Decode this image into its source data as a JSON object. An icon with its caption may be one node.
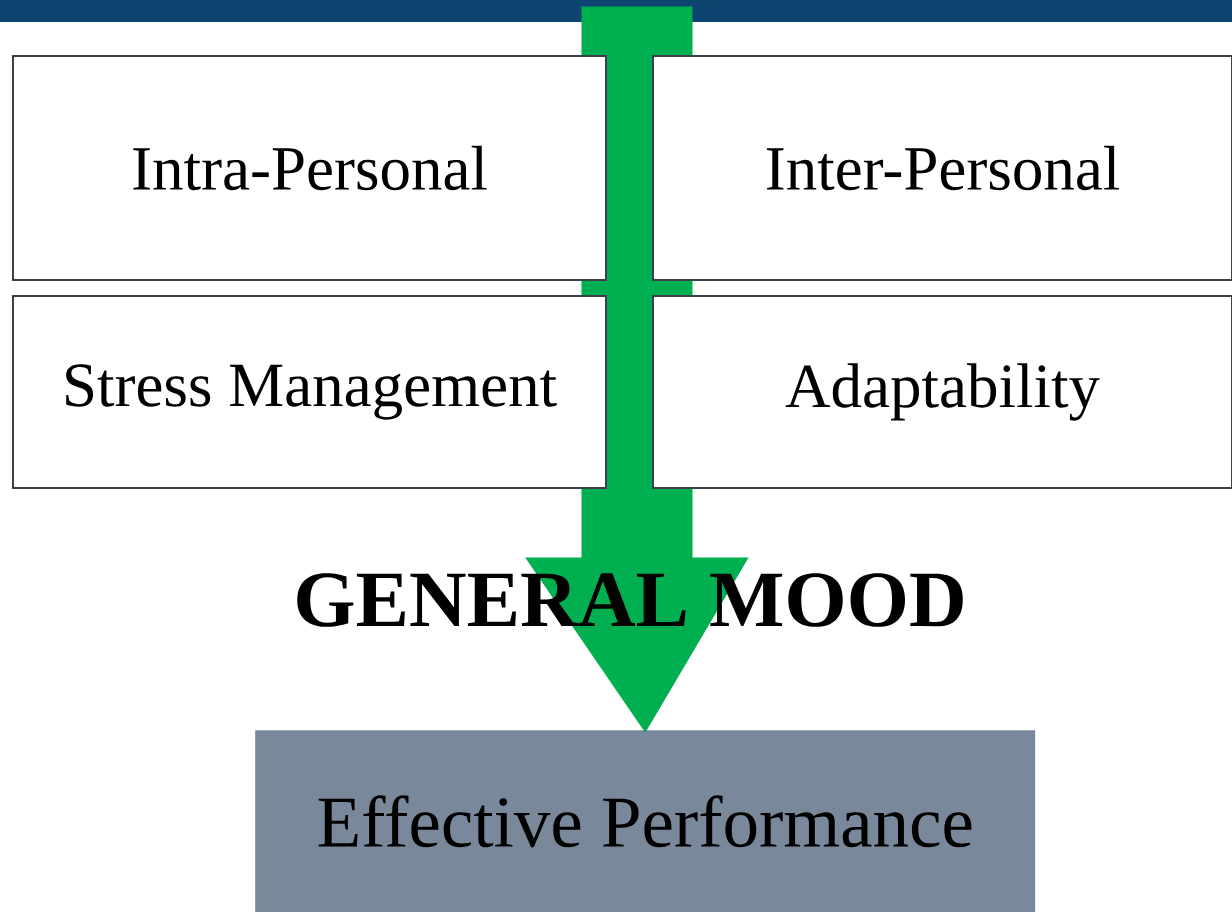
{
  "diagram": {
    "nodes": [
      {
        "text": [
          "Intra-Personal"
        ]
      },
      {
        "text": [
          "Inter-Personal"
        ]
      },
      {
        "text": [
          "Stress Management"
        ]
      },
      {
        "text": [
          "Adaptability"
        ]
      },
      {
        "text": [
          "Effective Performance"
        ]
      }
    ],
    "edges": [
      {
        "from": null,
        "to": 4,
        "arrow": "to",
        "label": "GENERAL MOOD",
        "style": "thick",
        "color": "#00b050"
      }
    ]
  }
}
